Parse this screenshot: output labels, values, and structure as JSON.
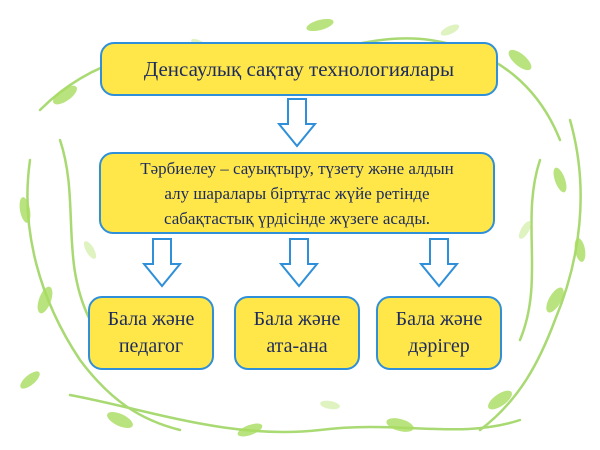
{
  "diagram": {
    "title": "Денсаулық сақтау технологиялары",
    "main_lines": [
      "Тәрбиелеу – сауықтыру, түзету және алдын",
      "алу шаралары біртұтас жүйе ретінде",
      "сабақтастық үрдісінде жүзеге асады."
    ],
    "children": [
      {
        "line1": "Бала және",
        "line2": "педагог"
      },
      {
        "line1": "Бала және",
        "line2": "ата-ана"
      },
      {
        "line1": "Бала және",
        "line2": "дәрігер"
      }
    ]
  },
  "colors": {
    "box_fill": "#ffe74a",
    "box_border": "#2f8fd8",
    "text": "#1d2b5e",
    "arrow_stroke": "#2f8fd8",
    "vine": "#8fd14f",
    "leaf": "#a6dc5a"
  }
}
